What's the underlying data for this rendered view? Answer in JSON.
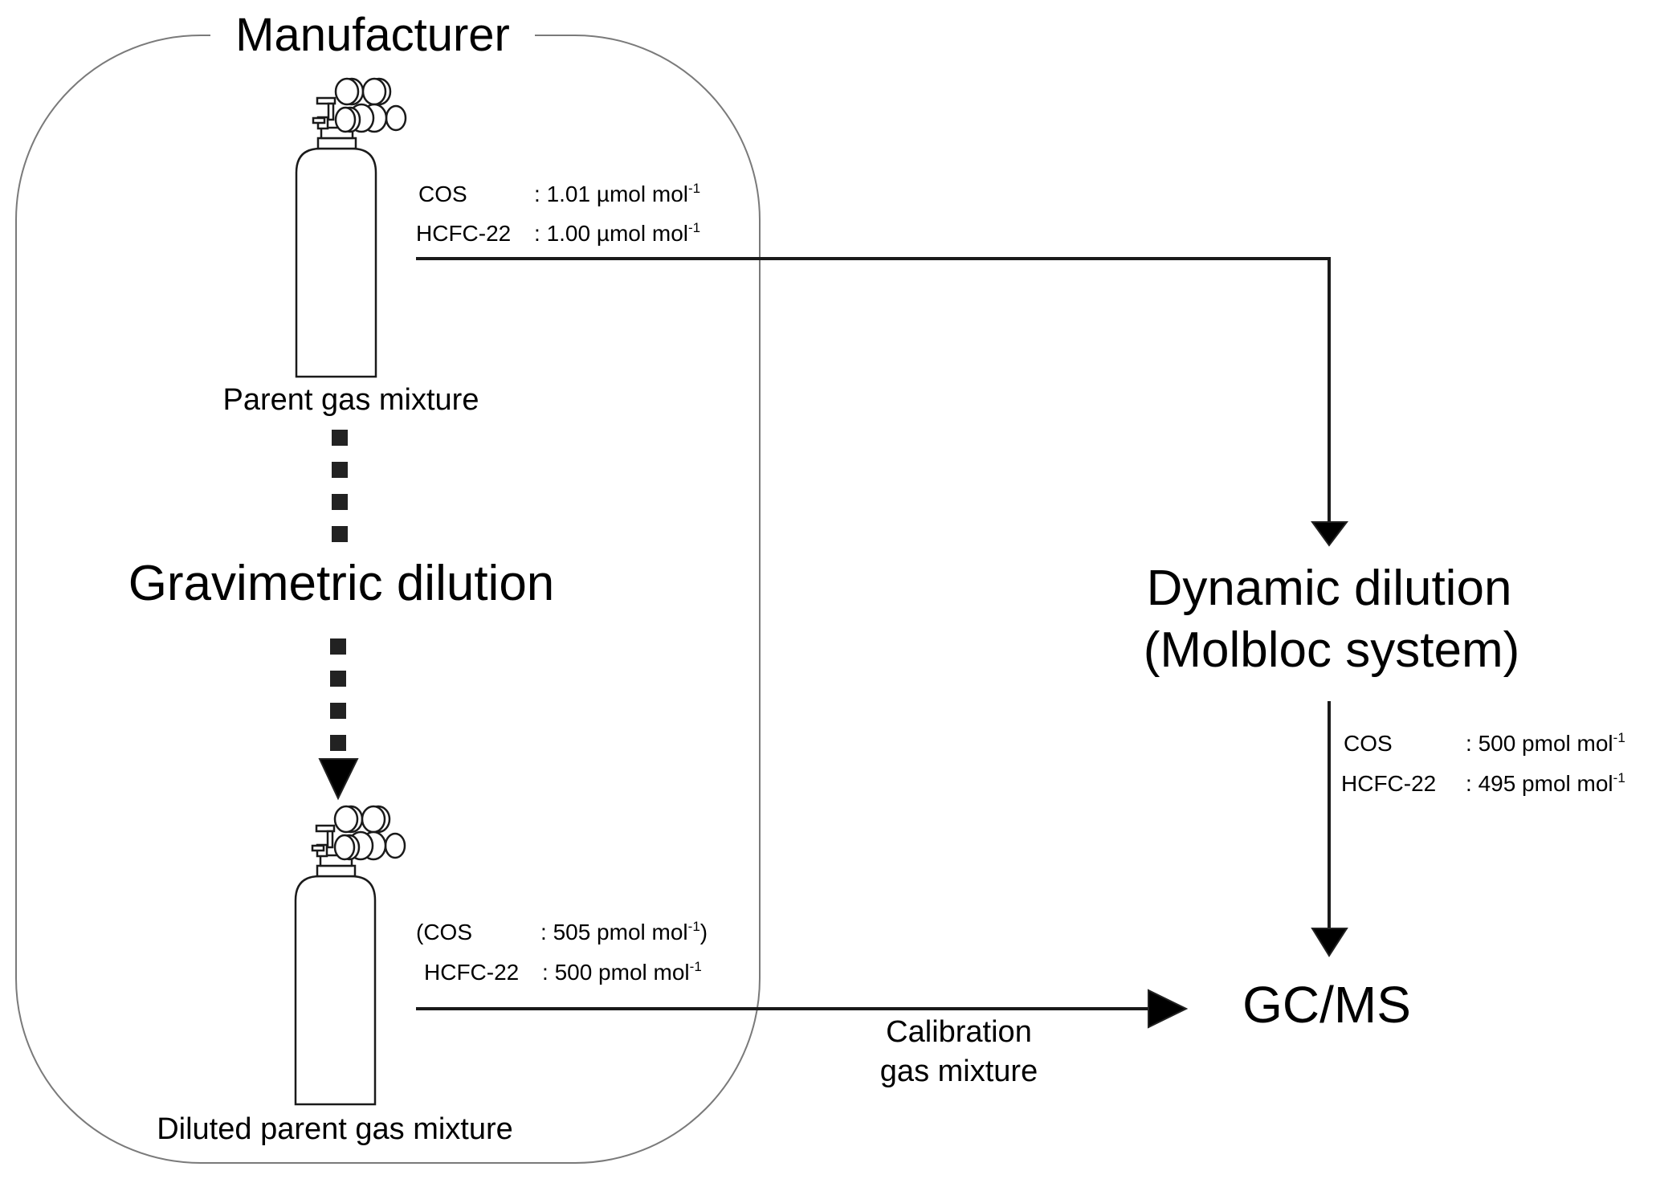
{
  "diagram": {
    "manufacturer_label": "Manufacturer",
    "parent_cylinder": {
      "label": "Parent gas mixture",
      "icon": "gas-cylinder-icon",
      "composition": [
        {
          "species": "COS",
          "separator": ":",
          "value": "1.01 µmol mol",
          "exponent": "-1",
          "prefix": "",
          "suffix": ""
        },
        {
          "species": "HCFC-22",
          "separator": ":",
          "value": "1.00 µmol mol",
          "exponent": "-1",
          "prefix": "",
          "suffix": ""
        }
      ]
    },
    "gravimetric_step": {
      "label": "Gravimetric dilution"
    },
    "diluted_cylinder": {
      "label": "Diluted parent gas mixture",
      "icon": "gas-cylinder-icon",
      "composition": [
        {
          "species": "COS",
          "separator": ":",
          "value": "505 pmol mol",
          "exponent": "-1",
          "prefix": "(",
          "suffix": ")"
        },
        {
          "species": "HCFC-22",
          "separator": ":",
          "value": "500 pmol mol",
          "exponent": "-1",
          "prefix": "",
          "suffix": ""
        }
      ]
    },
    "dynamic_step": {
      "label_line1": "Dynamic dilution",
      "label_line2": "(Molbloc system)",
      "composition": [
        {
          "species": "COS",
          "separator": ":",
          "value": "500 pmol mol",
          "exponent": "-1",
          "prefix": "",
          "suffix": ""
        },
        {
          "species": "HCFC-22",
          "separator": ":",
          "value": "495 pmol mol",
          "exponent": "-1",
          "prefix": "",
          "suffix": ""
        }
      ]
    },
    "calibration_arrow": {
      "label_line1": "Calibration",
      "label_line2": "gas mixture"
    },
    "instrument": {
      "label": "GC/MS"
    },
    "colors": {
      "border": "#7a7a7a",
      "line": "#1a1a1a",
      "text": "#000000"
    }
  }
}
